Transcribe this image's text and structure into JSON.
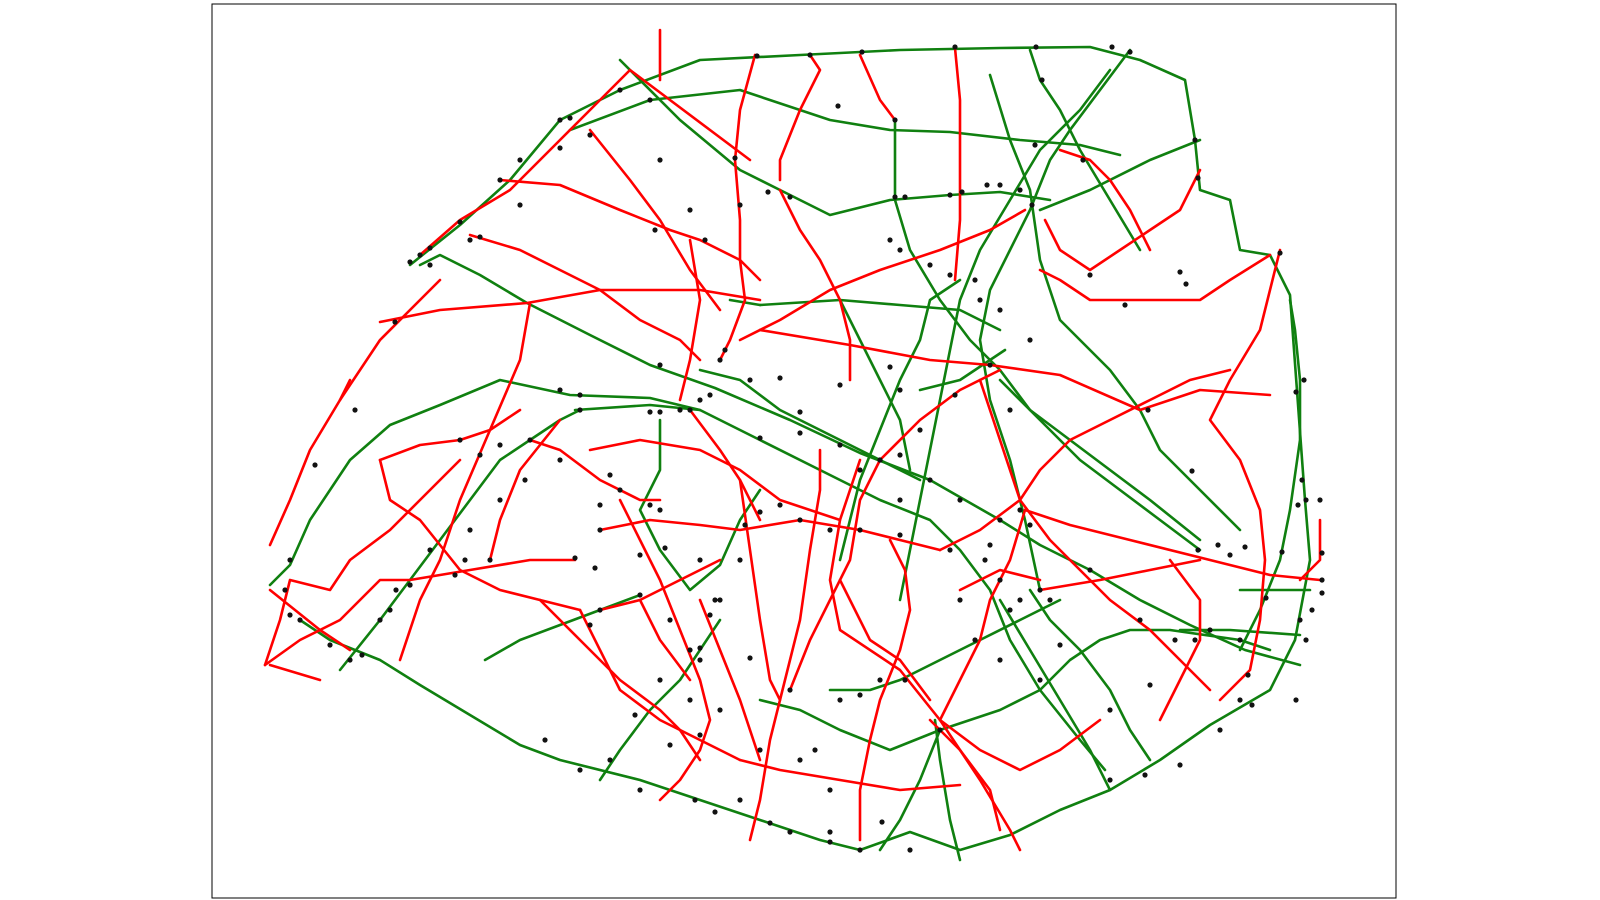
{
  "figure": {
    "colors": {
      "background": "#ffffff",
      "frame": "#000000",
      "edge_red": "#ff0000",
      "edge_green": "#108010",
      "node": "#111111"
    },
    "legend": "none",
    "axes_visible": false
  },
  "network": {
    "edge_types": [
      "red",
      "green"
    ]
  }
}
